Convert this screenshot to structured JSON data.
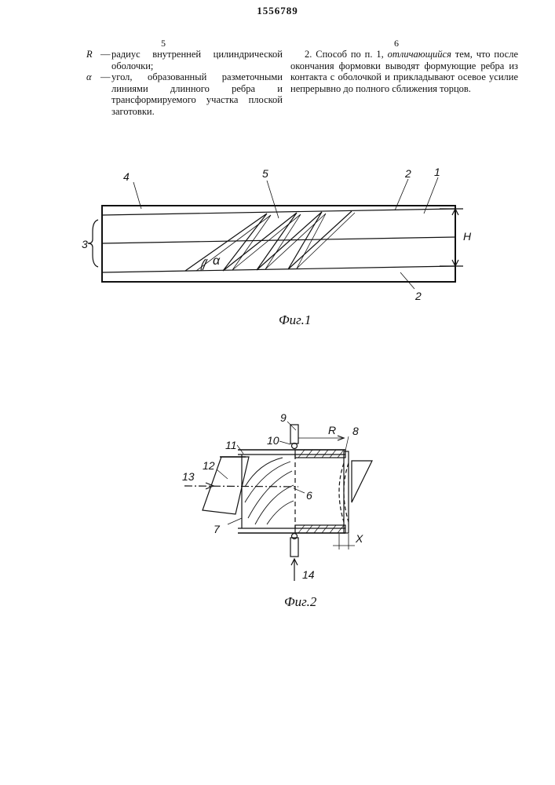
{
  "header": {
    "patent_number": "1556789",
    "col_left_num": "5",
    "col_right_num": "6"
  },
  "left_column": {
    "definitions": [
      {
        "symbol": "R",
        "text": "радиус внутренней цилиндрической оболочки;"
      },
      {
        "symbol": "α",
        "text": "угол, образованный разметочными линиями длинного ребра и трансформируемого участка плоской заготовки."
      }
    ]
  },
  "right_column": {
    "claim_start": "2. Способ по п. 1, ",
    "claim_italic": "отличающийся",
    "claim_rest": " тем, что после окончания формовки выводят формующие ребра из контакта с оболочкой и прикладывают осевое усилие непрерывно до полного сближения торцов."
  },
  "figure1": {
    "caption": "Фиг.1",
    "labels": {
      "l1": "1",
      "l2a": "2",
      "l2b": "2",
      "l3": "3",
      "l4": "4",
      "l5": "5",
      "lH": "H",
      "lalpha": "α"
    }
  },
  "figure2": {
    "caption": "Фиг.2",
    "labels": {
      "l6": "6",
      "l7": "7",
      "l8": "8",
      "l9": "9",
      "l10": "10",
      "l11": "11",
      "l12": "12",
      "l13": "13",
      "l14": "14",
      "lR": "R",
      "lX": "X"
    }
  }
}
